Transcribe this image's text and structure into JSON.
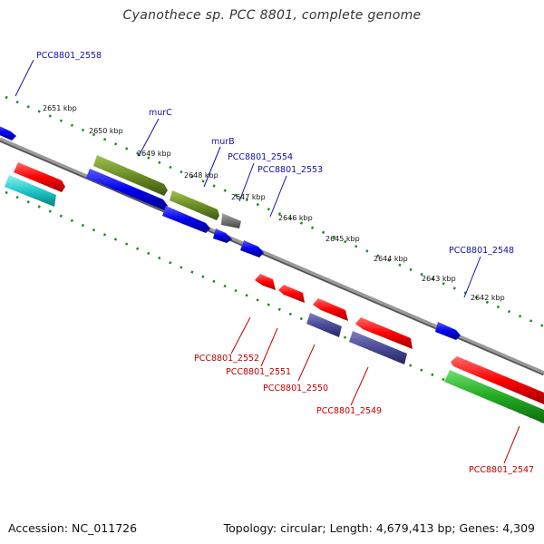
{
  "title": "Cyanothece sp. PCC 8801, complete genome",
  "footer": {
    "accession": "Accession: NC_011726",
    "summary": "Topology: circular; Length: 4,679,413 bp; Genes: 4,309"
  },
  "kbp_ticks": [
    "2651 kbp",
    "2650 kbp",
    "2649 kbp",
    "2648 kbp",
    "2647 kbp",
    "2646 kbp",
    "2645 kbp",
    "2644 kbp",
    "2643 kbp",
    "2642 kbp"
  ],
  "gene_labels_top": [
    "PCC8801_2558",
    "murC",
    "murB",
    "PCC8801_2554",
    "PCC8801_2553",
    "PCC8801_2548"
  ],
  "gene_labels_bottom": [
    "PCC8801_2552",
    "PCC8801_2551",
    "PCC8801_2550",
    "PCC8801_2549",
    "PCC8801_2547"
  ],
  "colors": {
    "backbone": "#8c8c8c",
    "tick_green": "#1f8a1f",
    "gene_red": "#ff0000",
    "gene_blue": "#0000ee",
    "gene_olive": "#6b8e23",
    "gene_gray": "#777777",
    "gene_purple": "#4b4b9a",
    "gene_cyan": "#20c8c8",
    "gene_green": "#22aa22",
    "label_blue": "#1010a8",
    "label_red": "#c00000"
  }
}
